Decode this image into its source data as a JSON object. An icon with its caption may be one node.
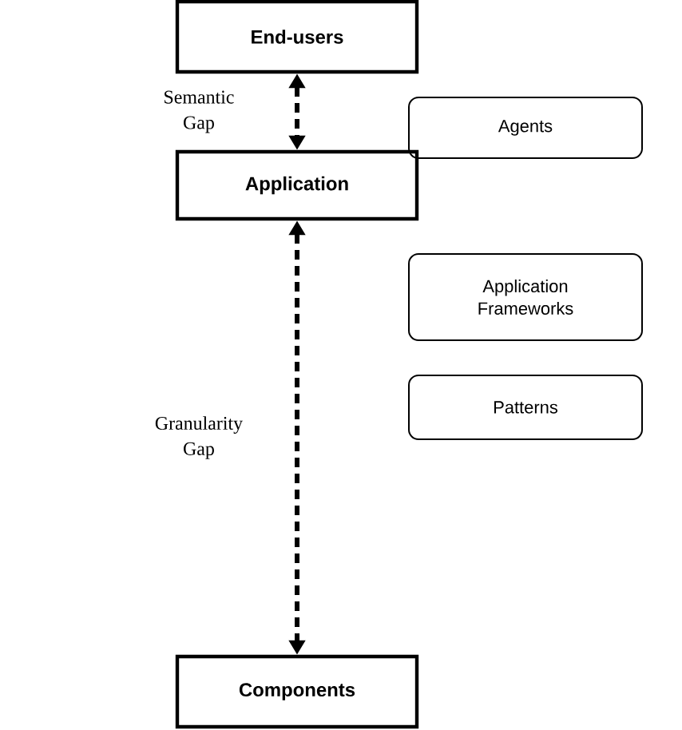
{
  "diagram": {
    "nodes": [
      {
        "text": [
          "End-users"
        ]
      },
      {
        "text": [
          "Application"
        ]
      },
      {
        "text": [
          "Components"
        ]
      },
      {
        "text": [
          "Agents"
        ]
      },
      {
        "text": [
          "Application Frameworks"
        ]
      },
      {
        "text": [
          "Patterns"
        ]
      }
    ],
    "edges": [
      {
        "from": 0,
        "to": 1,
        "arrow": "both",
        "style": "dashed",
        "label": "Semantic Gap"
      },
      {
        "from": 1,
        "to": 2,
        "arrow": "both",
        "style": "dashed",
        "label": "Granularity Gap"
      }
    ]
  }
}
